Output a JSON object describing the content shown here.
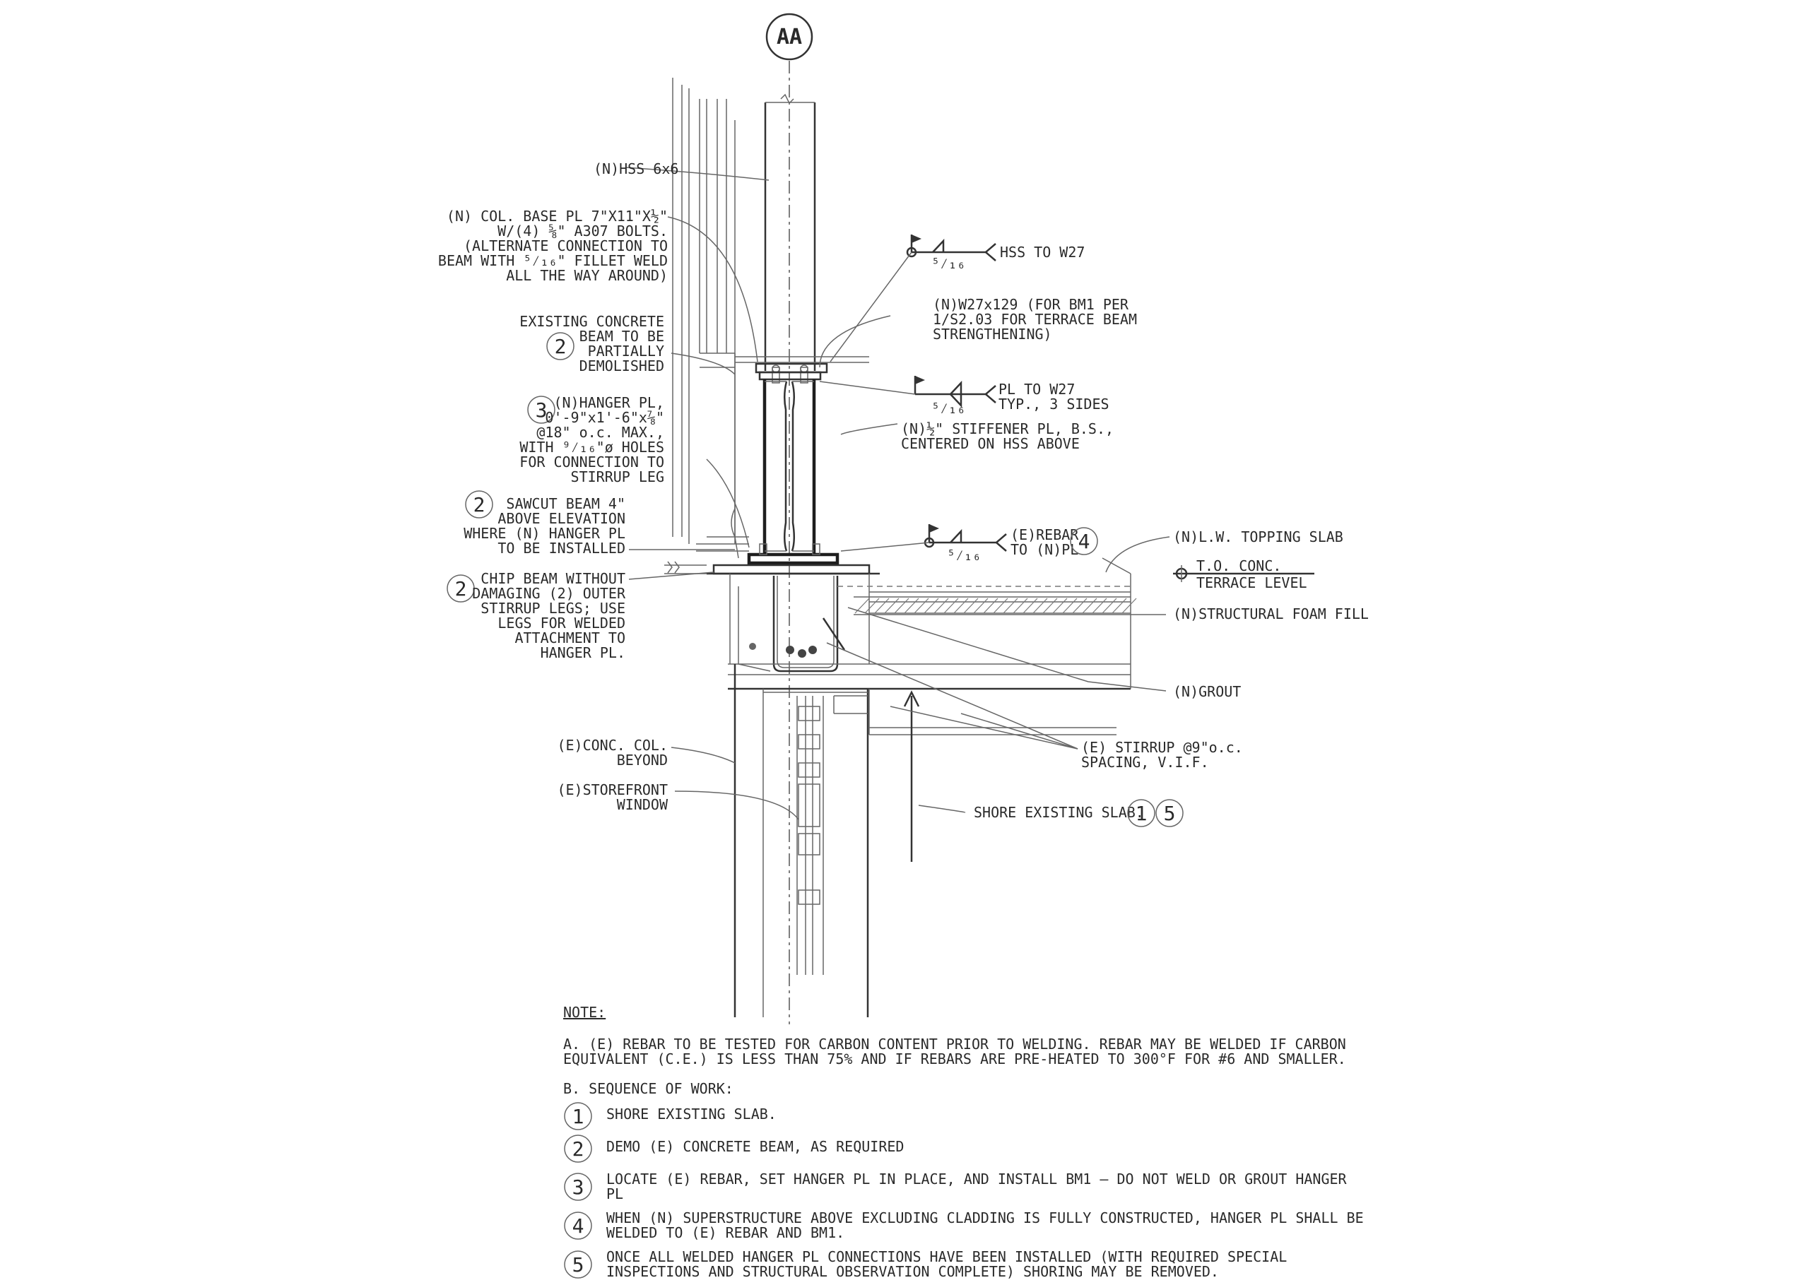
{
  "section_mark": "AA",
  "labels": {
    "hss": "(N)HSS 6x6",
    "col_base": [
      "(N) COL. BASE PL 7\"X11\"X½\"",
      "W/(4) ⅝\" A307 BOLTS.",
      "(ALTERNATE CONNECTION TO",
      "BEAM WITH ⁵⁄₁₆\" FILLET WELD",
      "ALL THE WAY AROUND)"
    ],
    "existing_beam": [
      "EXISTING CONCRETE",
      "BEAM TO BE",
      "PARTIALLY",
      "DEMOLISHED"
    ],
    "hanger_pl": [
      "(N)HANGER PL,",
      "0'-9\"x1'-6\"x⅞\"",
      "@18\" o.c. MAX.,",
      "WITH ⁹⁄₁₆\"ø HOLES",
      "FOR CONNECTION TO",
      "STIRRUP LEG"
    ],
    "sawcut": [
      "SAWCUT BEAM 4\"",
      "ABOVE ELEVATION",
      "WHERE (N) HANGER PL",
      "TO BE INSTALLED"
    ],
    "chip": [
      "CHIP BEAM WITHOUT",
      "DAMAGING (2) OUTER",
      "STIRRUP LEGS; USE",
      "LEGS FOR WELDED",
      "ATTACHMENT TO",
      "HANGER PL."
    ],
    "conc_col": [
      "(E)CONC. COL.",
      "BEYOND"
    ],
    "storefront": [
      "(E)STOREFRONT",
      "WINDOW"
    ],
    "hss_to_w27": "HSS TO W27",
    "w27": [
      "(N)W27x129 (FOR BM1 PER",
      "1/S2.03 FOR TERRACE BEAM",
      "STRENGTHENING)"
    ],
    "pl_to_w27": [
      "PL TO W27",
      "TYP., 3 SIDES"
    ],
    "stiffener": [
      "(N)½\" STIFFENER PL, B.S.,",
      "CENTERED ON HSS ABOVE"
    ],
    "rebar": [
      "(E)REBAR",
      "TO (N)PL"
    ],
    "topping": "(N)L.W. TOPPING SLAB",
    "to_conc": [
      "T.O. CONC.",
      "TERRACE LEVEL"
    ],
    "foam": "(N)STRUCTURAL FOAM FILL",
    "grout": "(N)GROUT",
    "stirrup": [
      "(E) STIRRUP @9\"o.c.",
      "SPACING, V.I.F."
    ],
    "shore": "SHORE EXISTING SLAB."
  },
  "weld_sizes": [
    "⁵⁄₁₆",
    "⁵⁄₁₆",
    "⁵⁄₁₆"
  ],
  "bubbles": {
    "b2a": "2",
    "b3": "3",
    "b2b": "2",
    "b2c": "2",
    "b4": "4",
    "b1": "1",
    "b5": "5"
  },
  "notes": {
    "heading": "NOTE:",
    "a": [
      "A. (E) REBAR TO BE TESTED FOR CARBON CONTENT PRIOR TO WELDING.  REBAR MAY BE WELDED IF CARBON",
      "EQUIVALENT (C.E.) IS LESS THAN 75% AND IF REBARS ARE PRE-HEATED TO 300°F FOR #6 AND SMALLER."
    ],
    "b": "B. SEQUENCE OF WORK:",
    "steps": [
      {
        "num": "1",
        "lines": [
          "SHORE EXISTING SLAB."
        ]
      },
      {
        "num": "2",
        "lines": [
          "DEMO (E) CONCRETE BEAM, AS REQUIRED"
        ]
      },
      {
        "num": "3",
        "lines": [
          "LOCATE (E) REBAR, SET HANGER PL IN PLACE, AND INSTALL BM1 – DO NOT WELD OR GROUT HANGER",
          "PL"
        ]
      },
      {
        "num": "4",
        "lines": [
          "WHEN (N) SUPERSTRUCTURE ABOVE EXCLUDING CLADDING IS FULLY CONSTRUCTED, HANGER PL SHALL BE",
          "WELDED TO (E) REBAR AND BM1."
        ]
      },
      {
        "num": "5",
        "lines": [
          "ONCE ALL WELDED HANGER PL CONNECTIONS HAVE BEEN INSTALLED (WITH REQUIRED SPECIAL",
          "INSPECTIONS AND STRUCTURAL OBSERVATION COMPLETE) SHORING MAY BE REMOVED."
        ]
      }
    ]
  }
}
